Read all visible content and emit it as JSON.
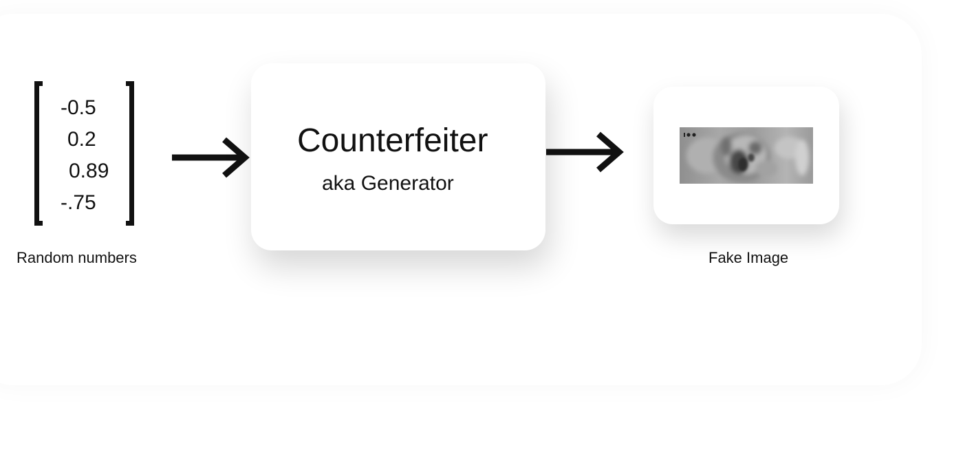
{
  "input": {
    "values": [
      "-0.5",
      "0.2",
      "0.89",
      "-.75"
    ],
    "caption": "Random numbers"
  },
  "generator": {
    "title": "Counterfeiter",
    "subtitle": "aka Generator"
  },
  "output": {
    "caption": "Fake Image"
  },
  "icons": {
    "arrow": "right-arrow-icon",
    "image": "blurry-generated-image"
  },
  "colors": {
    "ink": "#111111",
    "background": "#ffffff",
    "image_gray": "#9a9a9a"
  }
}
